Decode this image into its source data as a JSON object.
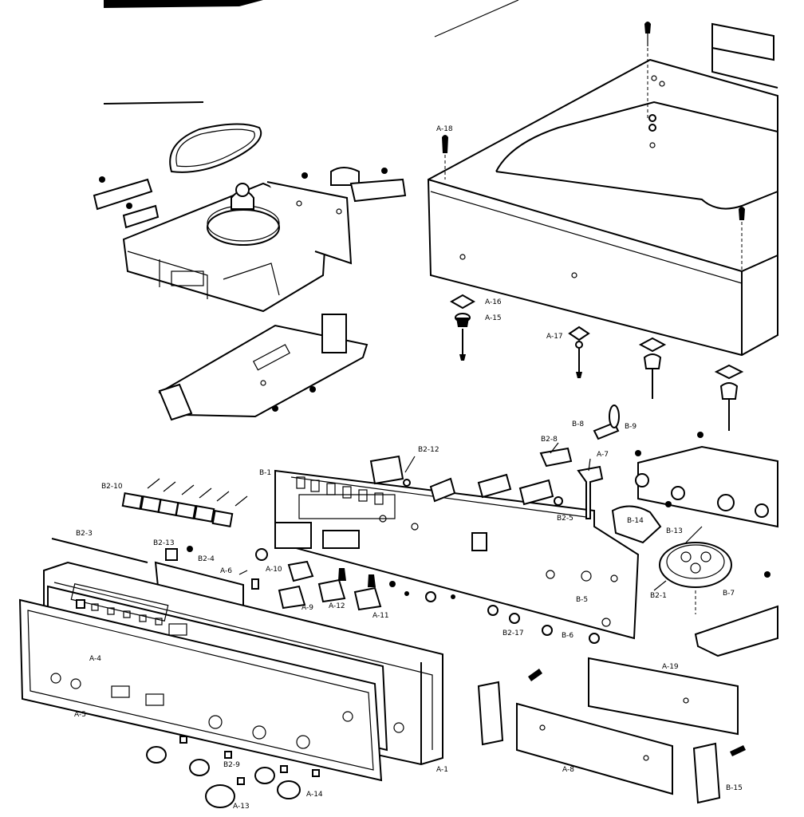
{
  "labels": {
    "A-1": "A-1",
    "A-4": "A-4",
    "A-5": "A-5",
    "A-6": "A-6",
    "A-7": "A-7",
    "A-8": "A-8",
    "A-9": "A-9",
    "A-10": "A-10",
    "A-11": "A-11",
    "A-12": "A-12",
    "A-13": "A-13",
    "A-14": "A-14",
    "A-15": "A-15",
    "A-16": "A-16",
    "A-17": "A-17",
    "A-18": "A-18",
    "A-19": "A-19",
    "B-1": "B-1",
    "B-5": "B-5",
    "B-6": "B-6",
    "B-7": "B-7",
    "B-8": "B-8",
    "B-9": "B-9",
    "B-13": "B-13",
    "B-14": "B-14",
    "B-15": "B-15",
    "B2-1": "B2-1",
    "B2-3": "B2-3",
    "B2-4": "B2-4",
    "B2-5": "B2-5",
    "B2-8": "B2-8",
    "B2-9": "B2-9",
    "B2-10": "B2-10",
    "B2-12": "B2-12",
    "B2-13": "B2-13",
    "B2-17": "B2-17"
  }
}
